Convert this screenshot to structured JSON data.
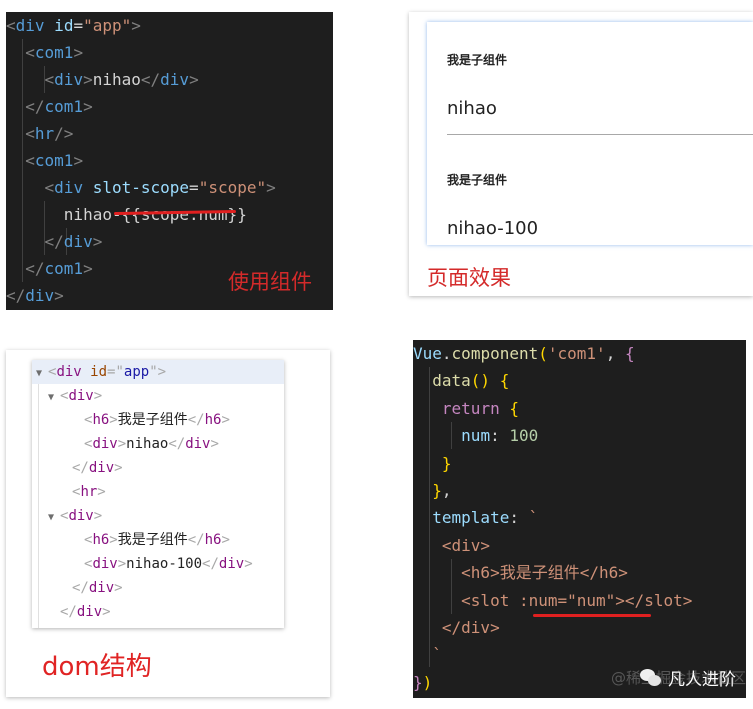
{
  "usage_panel": {
    "caption": "使用组件",
    "lines": [
      [
        {
          "t": "<",
          "c": "t-punct"
        },
        {
          "t": "div",
          "c": "t-tag"
        },
        {
          "t": " id",
          "c": "t-attr"
        },
        {
          "t": "=",
          "c": "t-text"
        },
        {
          "t": "\"app\"",
          "c": "t-str"
        },
        {
          "t": ">",
          "c": "t-punct"
        }
      ],
      [
        {
          "t": "  <",
          "c": "t-punct"
        },
        {
          "t": "com1",
          "c": "t-tag"
        },
        {
          "t": ">",
          "c": "t-punct"
        }
      ],
      [
        {
          "t": "    <",
          "c": "t-punct"
        },
        {
          "t": "div",
          "c": "t-tag"
        },
        {
          "t": ">",
          "c": "t-punct"
        },
        {
          "t": "nihao",
          "c": "t-text"
        },
        {
          "t": "</",
          "c": "t-punct"
        },
        {
          "t": "div",
          "c": "t-tag"
        },
        {
          "t": ">",
          "c": "t-punct"
        }
      ],
      [
        {
          "t": "  </",
          "c": "t-punct"
        },
        {
          "t": "com1",
          "c": "t-tag"
        },
        {
          "t": ">",
          "c": "t-punct"
        }
      ],
      [
        {
          "t": "  <",
          "c": "t-punct"
        },
        {
          "t": "hr",
          "c": "t-tag"
        },
        {
          "t": "/>",
          "c": "t-punct"
        }
      ],
      [
        {
          "t": "  <",
          "c": "t-punct"
        },
        {
          "t": "com1",
          "c": "t-tag"
        },
        {
          "t": ">",
          "c": "t-punct"
        }
      ],
      [
        {
          "t": "    <",
          "c": "t-punct"
        },
        {
          "t": "div",
          "c": "t-tag"
        },
        {
          "t": " slot-scope",
          "c": "t-attr"
        },
        {
          "t": "=",
          "c": "t-text"
        },
        {
          "t": "\"scope\"",
          "c": "t-str"
        },
        {
          "t": ">",
          "c": "t-punct"
        }
      ],
      [
        {
          "t": "      nihao-{{scope.num}}",
          "c": "t-text"
        }
      ],
      [
        {
          "t": "    </",
          "c": "t-punct"
        },
        {
          "t": "div",
          "c": "t-tag"
        },
        {
          "t": ">",
          "c": "t-punct"
        }
      ],
      [
        {
          "t": "  </",
          "c": "t-punct"
        },
        {
          "t": "com1",
          "c": "t-tag"
        },
        {
          "t": ">",
          "c": "t-punct"
        }
      ],
      [
        {
          "t": "</",
          "c": "t-punct"
        },
        {
          "t": "div",
          "c": "t-tag"
        },
        {
          "t": ">",
          "c": "t-punct"
        }
      ]
    ]
  },
  "result_panel": {
    "caption": "页面效果",
    "blocks": [
      {
        "heading": "我是子组件",
        "content": "nihao"
      },
      {
        "heading": "我是子组件",
        "content": "nihao-100"
      }
    ]
  },
  "dom_panel": {
    "caption": "dom结构",
    "lines": [
      {
        "tri": "▼",
        "indent": 0,
        "selected": true,
        "parts": [
          {
            "t": "<",
            "c": "d-punct"
          },
          {
            "t": "div",
            "c": "d-tag"
          },
          {
            "t": " id",
            "c": "d-attr"
          },
          {
            "t": "=\"",
            "c": "d-punct"
          },
          {
            "t": "app",
            "c": "d-val"
          },
          {
            "t": "\">",
            "c": "d-punct"
          }
        ]
      },
      {
        "tri": "▼",
        "indent": 1,
        "parts": [
          {
            "t": "<",
            "c": "d-punct"
          },
          {
            "t": "div",
            "c": "d-tag"
          },
          {
            "t": ">",
            "c": "d-punct"
          }
        ]
      },
      {
        "tri": "",
        "indent": 3,
        "parts": [
          {
            "t": "<",
            "c": "d-punct"
          },
          {
            "t": "h6",
            "c": "d-tag"
          },
          {
            "t": ">",
            "c": "d-punct"
          },
          {
            "t": "我是子组件",
            "c": "d-text"
          },
          {
            "t": "</",
            "c": "d-punct"
          },
          {
            "t": "h6",
            "c": "d-tag"
          },
          {
            "t": ">",
            "c": "d-punct"
          }
        ]
      },
      {
        "tri": "",
        "indent": 3,
        "parts": [
          {
            "t": "<",
            "c": "d-punct"
          },
          {
            "t": "div",
            "c": "d-tag"
          },
          {
            "t": ">",
            "c": "d-punct"
          },
          {
            "t": "nihao",
            "c": "d-text"
          },
          {
            "t": "</",
            "c": "d-punct"
          },
          {
            "t": "div",
            "c": "d-tag"
          },
          {
            "t": ">",
            "c": "d-punct"
          }
        ]
      },
      {
        "tri": "",
        "indent": 2,
        "parts": [
          {
            "t": "</",
            "c": "d-punct"
          },
          {
            "t": "div",
            "c": "d-tag"
          },
          {
            "t": ">",
            "c": "d-punct"
          }
        ]
      },
      {
        "tri": "",
        "indent": 2,
        "parts": [
          {
            "t": "<",
            "c": "d-punct"
          },
          {
            "t": "hr",
            "c": "d-tag"
          },
          {
            "t": ">",
            "c": "d-punct"
          }
        ]
      },
      {
        "tri": "▼",
        "indent": 1,
        "parts": [
          {
            "t": "<",
            "c": "d-punct"
          },
          {
            "t": "div",
            "c": "d-tag"
          },
          {
            "t": ">",
            "c": "d-punct"
          }
        ]
      },
      {
        "tri": "",
        "indent": 3,
        "parts": [
          {
            "t": "<",
            "c": "d-punct"
          },
          {
            "t": "h6",
            "c": "d-tag"
          },
          {
            "t": ">",
            "c": "d-punct"
          },
          {
            "t": "我是子组件",
            "c": "d-text"
          },
          {
            "t": "</",
            "c": "d-punct"
          },
          {
            "t": "h6",
            "c": "d-tag"
          },
          {
            "t": ">",
            "c": "d-punct"
          }
        ]
      },
      {
        "tri": "",
        "indent": 3,
        "parts": [
          {
            "t": "<",
            "c": "d-punct"
          },
          {
            "t": "div",
            "c": "d-tag"
          },
          {
            "t": ">",
            "c": "d-punct"
          },
          {
            "t": "nihao-100",
            "c": "d-text"
          },
          {
            "t": "</",
            "c": "d-punct"
          },
          {
            "t": "div",
            "c": "d-tag"
          },
          {
            "t": ">",
            "c": "d-punct"
          }
        ]
      },
      {
        "tri": "",
        "indent": 2,
        "parts": [
          {
            "t": "</",
            "c": "d-punct"
          },
          {
            "t": "div",
            "c": "d-tag"
          },
          {
            "t": ">",
            "c": "d-punct"
          }
        ]
      },
      {
        "tri": "",
        "indent": 1,
        "parts": [
          {
            "t": "</",
            "c": "d-punct"
          },
          {
            "t": "div",
            "c": "d-tag"
          },
          {
            "t": ">",
            "c": "d-punct"
          }
        ]
      }
    ]
  },
  "component_panel": {
    "lines": [
      [
        {
          "t": "Vue",
          "c": "t-cls"
        },
        {
          "t": ".",
          "c": "t-text"
        },
        {
          "t": "component",
          "c": "t-fn"
        },
        {
          "t": "(",
          "c": "t-brk"
        },
        {
          "t": "'com1'",
          "c": "t-str"
        },
        {
          "t": ", ",
          "c": "t-text"
        },
        {
          "t": "{",
          "c": "t-kw"
        }
      ],
      [
        {
          "t": "  ",
          "c": "t-text"
        },
        {
          "t": "data",
          "c": "t-fn"
        },
        {
          "t": "() ",
          "c": "t-brk"
        },
        {
          "t": "{",
          "c": "t-brk"
        }
      ],
      [
        {
          "t": "   ",
          "c": "t-text"
        },
        {
          "t": "return",
          "c": "t-kw"
        },
        {
          "t": " ",
          "c": "t-text"
        },
        {
          "t": "{",
          "c": "t-brk"
        }
      ],
      [
        {
          "t": "     ",
          "c": "t-text"
        },
        {
          "t": "num",
          "c": "t-var"
        },
        {
          "t": ": ",
          "c": "t-text"
        },
        {
          "t": "100",
          "c": "t-num"
        }
      ],
      [
        {
          "t": "   ",
          "c": "t-text"
        },
        {
          "t": "}",
          "c": "t-brk"
        }
      ],
      [
        {
          "t": "  ",
          "c": "t-text"
        },
        {
          "t": "}",
          "c": "t-brk"
        },
        {
          "t": ",",
          "c": "t-text"
        }
      ],
      [
        {
          "t": "  ",
          "c": "t-text"
        },
        {
          "t": "template",
          "c": "t-var"
        },
        {
          "t": ": ",
          "c": "t-text"
        },
        {
          "t": "`",
          "c": "t-str"
        }
      ],
      [
        {
          "t": "   <div>",
          "c": "t-str"
        }
      ],
      [
        {
          "t": "     <h6>我是子组件</h6>",
          "c": "t-str"
        }
      ],
      [
        {
          "t": "     <slot :num=\"num\"></slot>",
          "c": "t-str"
        }
      ],
      [
        {
          "t": "   </div>",
          "c": "t-str"
        }
      ],
      [
        {
          "t": "  `",
          "c": "t-str"
        }
      ],
      [
        {
          "t": "}",
          "c": "t-kw"
        },
        {
          "t": ")",
          "c": "t-brk"
        }
      ]
    ],
    "watermark": {
      "handle": "@稀土掘金技术社区",
      "account": "凡人进阶"
    }
  },
  "colors": {
    "editor_bg": "#1e1e1e",
    "caption_red": "#d42a2a",
    "underline_red": "#e02020"
  }
}
